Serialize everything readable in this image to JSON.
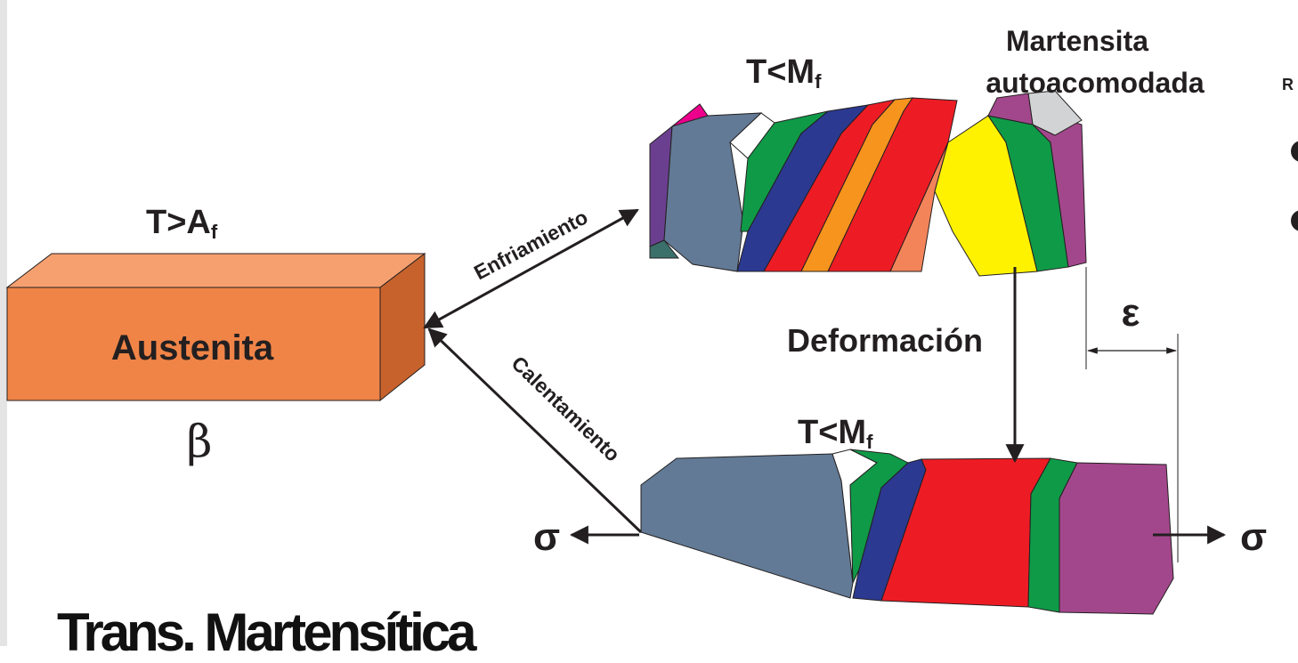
{
  "austenita": {
    "temp_main": "T>A",
    "temp_sub": "f",
    "label": "Austenita",
    "phase": "β"
  },
  "martensita_auto": {
    "temp_main": "T<M",
    "temp_sub": "f",
    "label_line1": "Martensita",
    "label_line2": "autoacomodada"
  },
  "martensita_def": {
    "temp_main": "T<M",
    "temp_sub": "f"
  },
  "arrows": {
    "cooling": "Enfriamiento",
    "heating": "Calentamiento",
    "deformation": "Deformación"
  },
  "symbols": {
    "strain": "ε",
    "stress_left": "σ",
    "stress_right": "σ"
  },
  "footer": {
    "title": "Trans. Martensítica"
  },
  "colors": {
    "austenite_front": "#f08447",
    "austenite_top": "#f6a070",
    "austenite_side": "#c8622c",
    "red": "#ed1c24",
    "green": "#0f9a48",
    "blue": "#2b3990",
    "slate": "#627a95",
    "purple": "#a3478c",
    "violet": "#6b3f8f",
    "magenta": "#ec008c",
    "orange": "#f7941d",
    "yellow": "#fff200",
    "teal": "#3b6f6a",
    "gray": "#d1d3d4"
  }
}
